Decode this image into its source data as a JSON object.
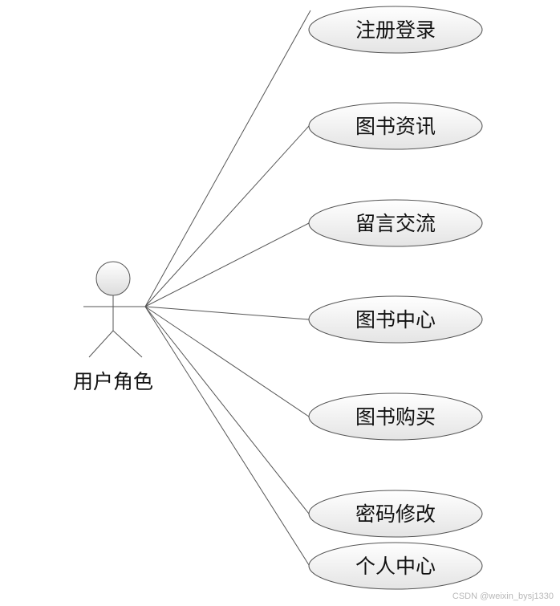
{
  "actor": {
    "label": "用户角色"
  },
  "use_cases": [
    {
      "label": "注册登录"
    },
    {
      "label": "图书资讯"
    },
    {
      "label": "留言交流"
    },
    {
      "label": "图书中心"
    },
    {
      "label": "图书购买"
    },
    {
      "label": "密码修改"
    },
    {
      "label": "个人中心"
    }
  ],
  "watermark": "CSDN @weixin_bysj1330"
}
